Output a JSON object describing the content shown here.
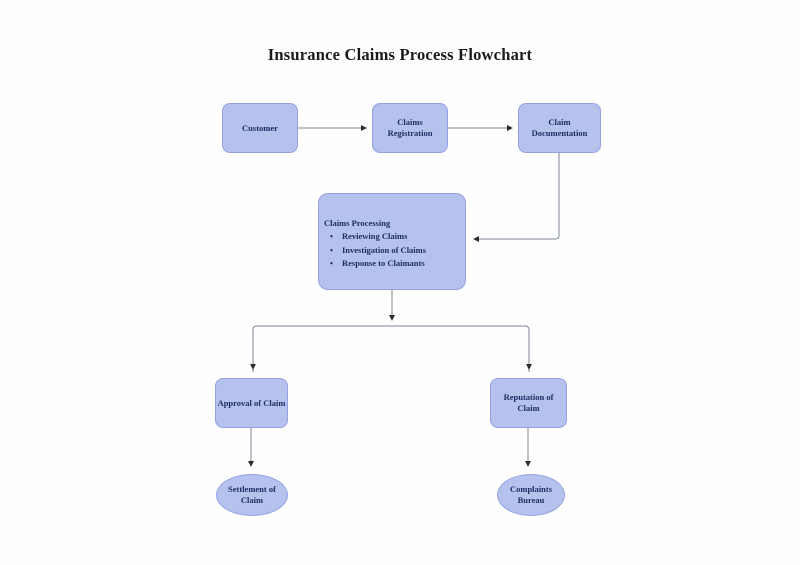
{
  "title": "Insurance Claims Process Flowchart",
  "colors": {
    "node_fill": "#b6c2ee",
    "node_border": "#94a0e0",
    "node_text": "#1e2d62",
    "connector_line": "#7b8494",
    "arrowhead": "#2b2b2b",
    "background": "#fefefe",
    "title_text": "#1b1b1b"
  },
  "nodes": {
    "customer": {
      "label": [
        "Customer"
      ]
    },
    "claims_registration": {
      "label": [
        "Claims",
        "Registration"
      ]
    },
    "claim_documentation": {
      "label": [
        "Claim",
        "Documentation"
      ]
    },
    "claims_processing": {
      "heading": "Claims Processing",
      "bullet": "•",
      "bullets": [
        "Reviewing Claims",
        "Investigation of Claims",
        "Response to Claimants"
      ]
    },
    "approval_of_claim": {
      "label": [
        "Approval of Claim"
      ]
    },
    "reputation_of_claim": {
      "label": [
        "Reputation of",
        "Claim"
      ]
    },
    "settlement_of_claim": {
      "label": [
        "Settlement of",
        "Claim"
      ]
    },
    "complaints_bureau": {
      "label": [
        "Complaints",
        "Bureau"
      ]
    }
  }
}
